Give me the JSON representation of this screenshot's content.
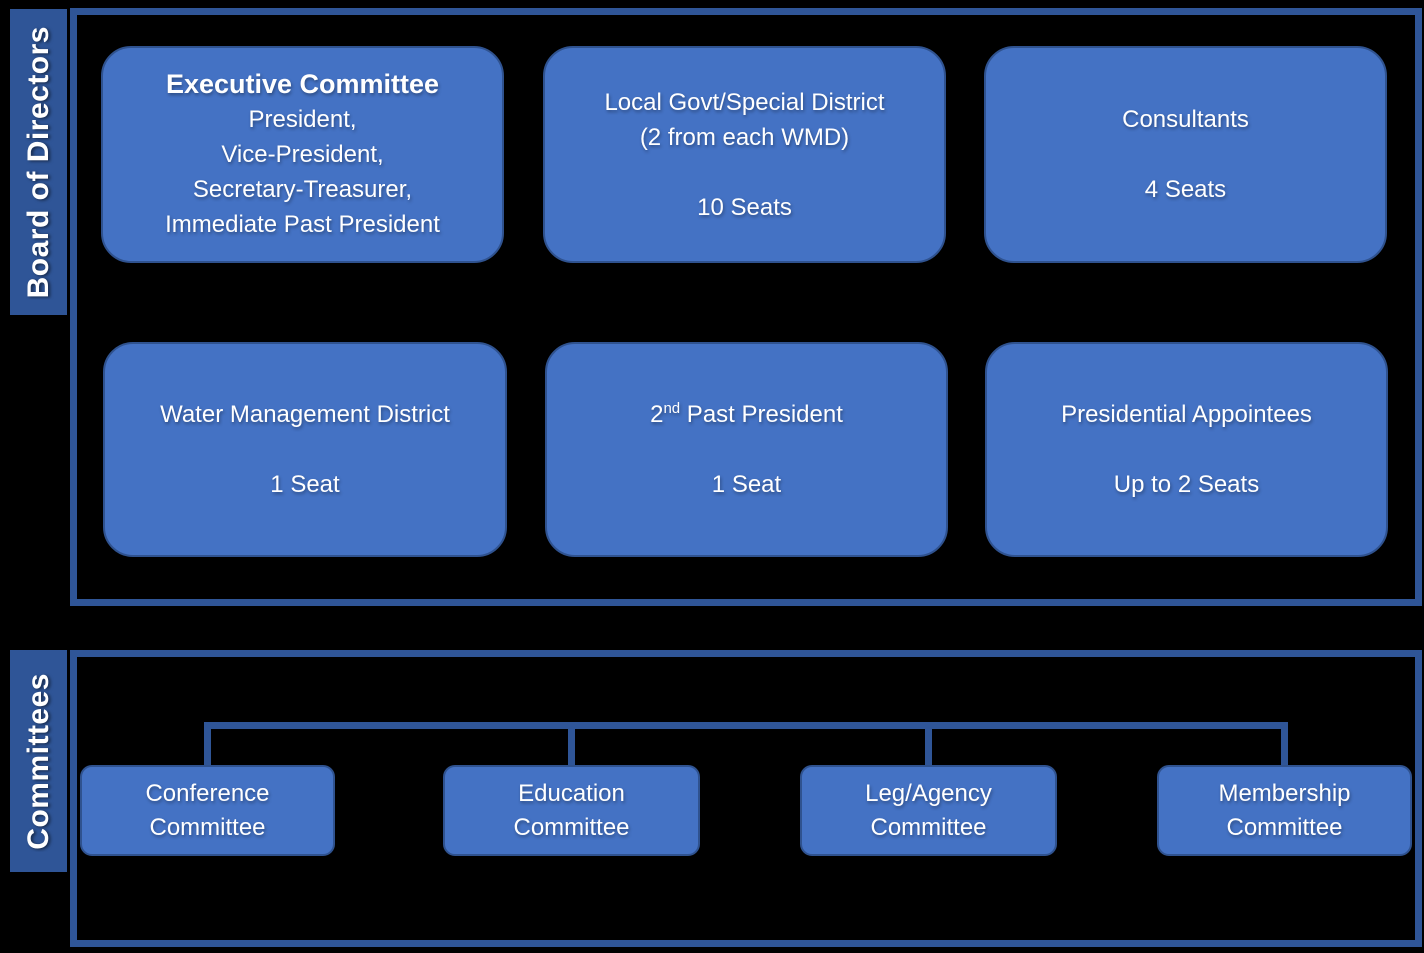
{
  "colors": {
    "background": "#000000",
    "frame_and_sidebar": "#2F5597",
    "node_fill": "#4472C4",
    "node_border": "#2F528F",
    "text": "#FFFFFF"
  },
  "board": {
    "label": "Board of Directors",
    "executive": {
      "title": "Executive Committee",
      "members": [
        "President,",
        "Vice-President,",
        "Secretary-Treasurer,",
        "Immediate Past President"
      ]
    },
    "local_govt": {
      "line1": "Local Govt/Special District",
      "line2": "(2 from each WMD)",
      "seats": "10 Seats"
    },
    "consultants": {
      "title": "Consultants",
      "seats": "4 Seats"
    },
    "water_management_district": {
      "title": "Water Management District",
      "seats": "1 Seat"
    },
    "second_past_president": {
      "number": "2",
      "superscript": "nd",
      "rest": " Past President",
      "seats": "1 Seat"
    },
    "presidential_appointees": {
      "title": "Presidential Appointees",
      "seats": "Up to 2 Seats"
    }
  },
  "committees": {
    "label": "Committees",
    "items": [
      {
        "line1": "Conference",
        "line2": "Committee"
      },
      {
        "line1": "Education",
        "line2": "Committee"
      },
      {
        "line1": "Leg/Agency",
        "line2": "Committee"
      },
      {
        "line1": "Membership",
        "line2": "Committee"
      }
    ]
  }
}
